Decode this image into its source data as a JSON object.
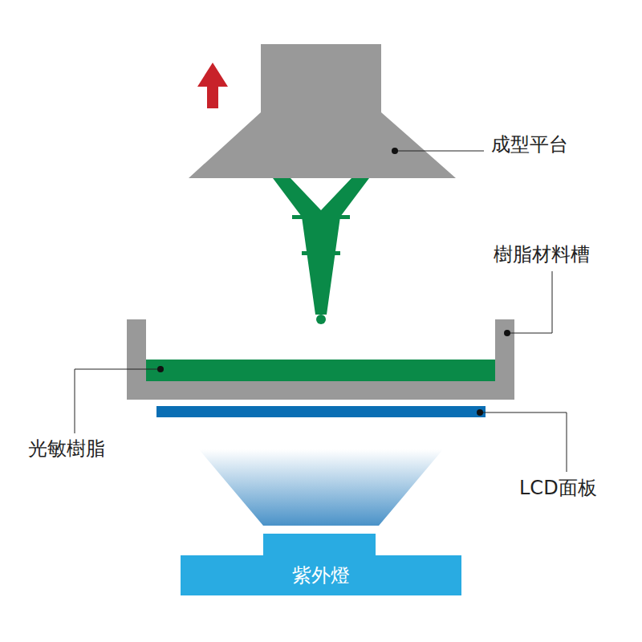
{
  "diagram": {
    "nodes": [
      {
        "text": [
          "紫外燈"
        ]
      }
    ],
    "labels": [
      "成型平台",
      "樹脂材料槽",
      "光敏樹脂",
      "LCD面板"
    ]
  }
}
